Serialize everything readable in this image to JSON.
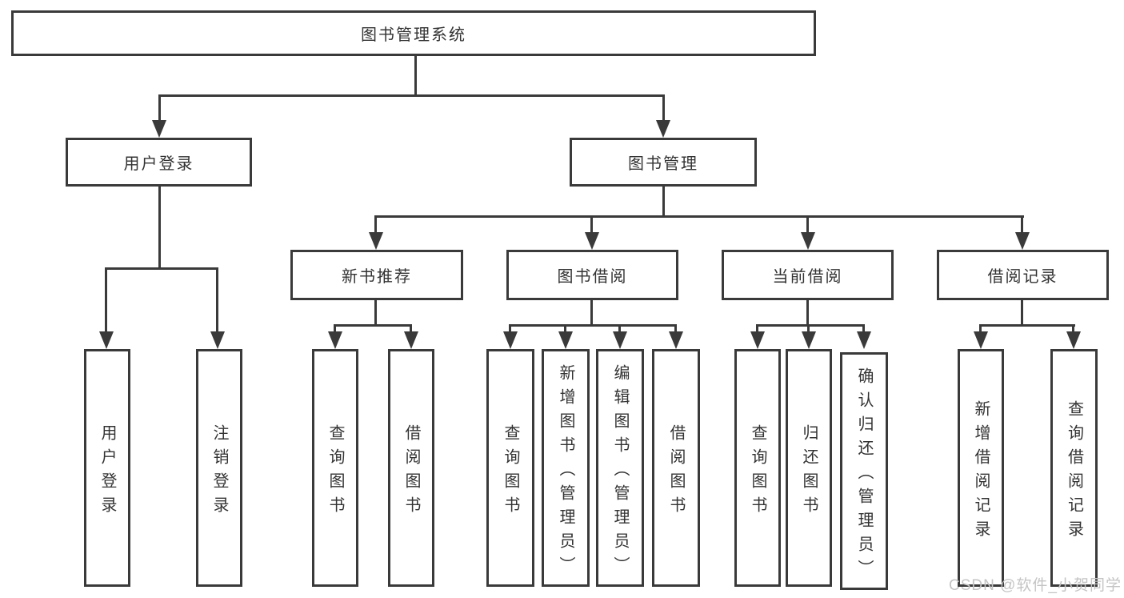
{
  "diagram": {
    "line_color": "#3a3a3a",
    "box_border_color": "#3a3a3a",
    "text_color": "#333333",
    "root": {
      "label": "图书管理系统"
    },
    "level2": [
      {
        "label": "用户登录"
      },
      {
        "label": "图书管理"
      }
    ],
    "level3": [
      {
        "label": "新书推荐"
      },
      {
        "label": "图书借阅"
      },
      {
        "label": "当前借阅"
      },
      {
        "label": "借阅记录"
      }
    ],
    "leaves": {
      "user_login": [
        "用户登录",
        "注销登录"
      ],
      "new_book_recommend": [
        "查询图书",
        "借阅图书"
      ],
      "book_borrow": [
        "查询图书",
        "新增图书（管理员）",
        "编辑图书（管理员）",
        "借阅图书"
      ],
      "current_borrow": [
        "查询图书",
        "归还图书",
        "确认归还（管理员）"
      ],
      "borrow_records": [
        "新增借阅记录",
        "查询借阅记录"
      ]
    }
  },
  "watermark": {
    "text": "CSDN @软件_小贺同学",
    "color": "#c4c4c4"
  }
}
